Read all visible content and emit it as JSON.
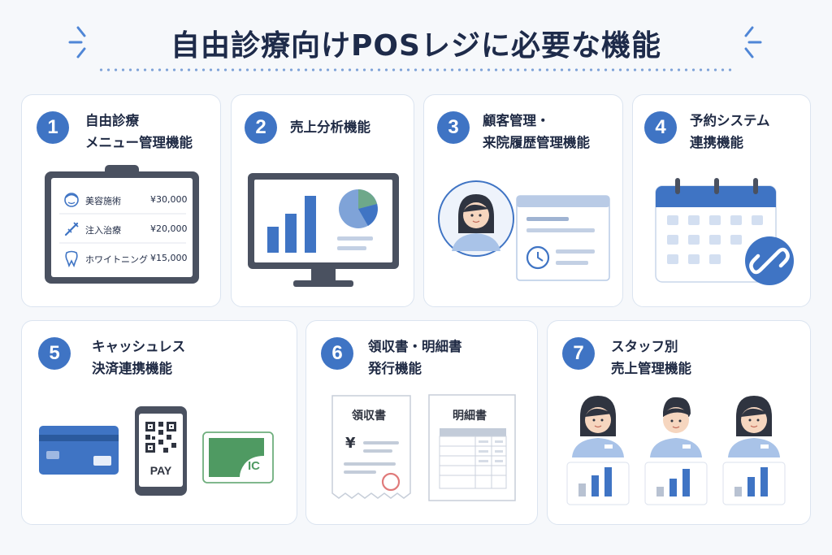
{
  "title": "自由診療向けPOSレジに必要な機能",
  "colors": {
    "accent": "#3f74c4",
    "dark": "#4a5160",
    "light_blue": "#dbe8f8",
    "green": "#4f9a62",
    "red": "#e07a7a"
  },
  "cards": [
    {
      "number": "1",
      "title_lines": [
        "自由診療",
        "メニュー管理機能"
      ],
      "menu": [
        {
          "icon": "face-icon",
          "name": "美容施術",
          "price": "¥30,000"
        },
        {
          "icon": "syringe-icon",
          "name": "注入治療",
          "price": "¥20,000"
        },
        {
          "icon": "tooth-icon",
          "name": "ホワイトニング",
          "price": "¥15,000"
        }
      ]
    },
    {
      "number": "2",
      "title_lines": [
        "売上分析機能"
      ]
    },
    {
      "number": "3",
      "title_lines": [
        "顧客管理・",
        "来院履歴管理機能"
      ]
    },
    {
      "number": "4",
      "title_lines": [
        "予約システム",
        "連携機能"
      ]
    },
    {
      "number": "5",
      "title_lines": [
        "キャッシュレス",
        "決済連携機能"
      ],
      "qr_label": "PAY",
      "ic_label": "IC"
    },
    {
      "number": "6",
      "title_lines": [
        "領収書・明細書",
        "発行機能"
      ],
      "receipt_label": "領収書",
      "receipt_symbol": "¥",
      "statement_label": "明細書"
    },
    {
      "number": "7",
      "title_lines": [
        "スタッフ別",
        "売上管理機能"
      ]
    }
  ]
}
